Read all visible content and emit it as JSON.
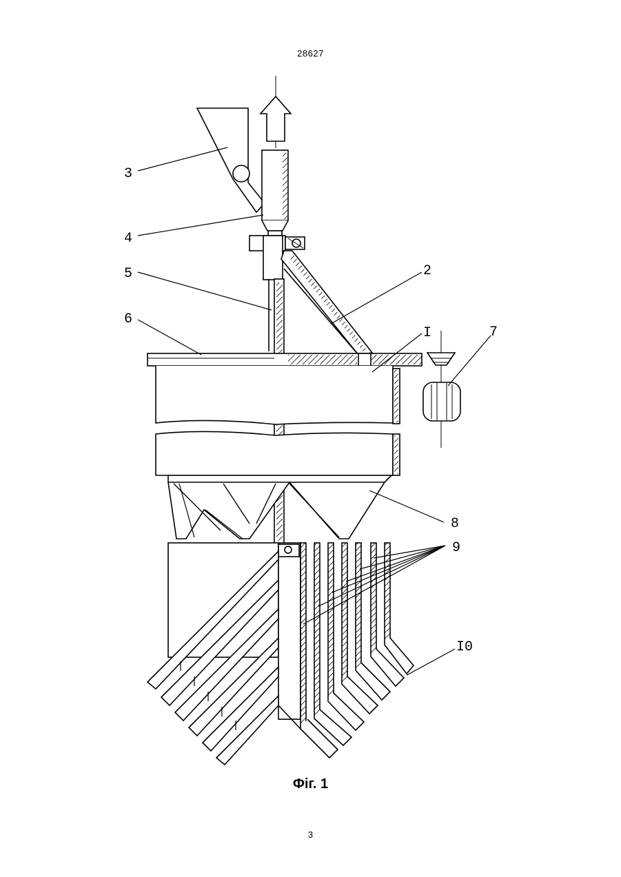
{
  "header": {
    "doc_number": "28627"
  },
  "figure": {
    "caption": "Фіг. 1",
    "labels": [
      "3",
      "4",
      "5",
      "6",
      "2",
      "I",
      "7",
      "8",
      "9",
      "I0"
    ]
  },
  "footer": {
    "page_number": "3"
  }
}
